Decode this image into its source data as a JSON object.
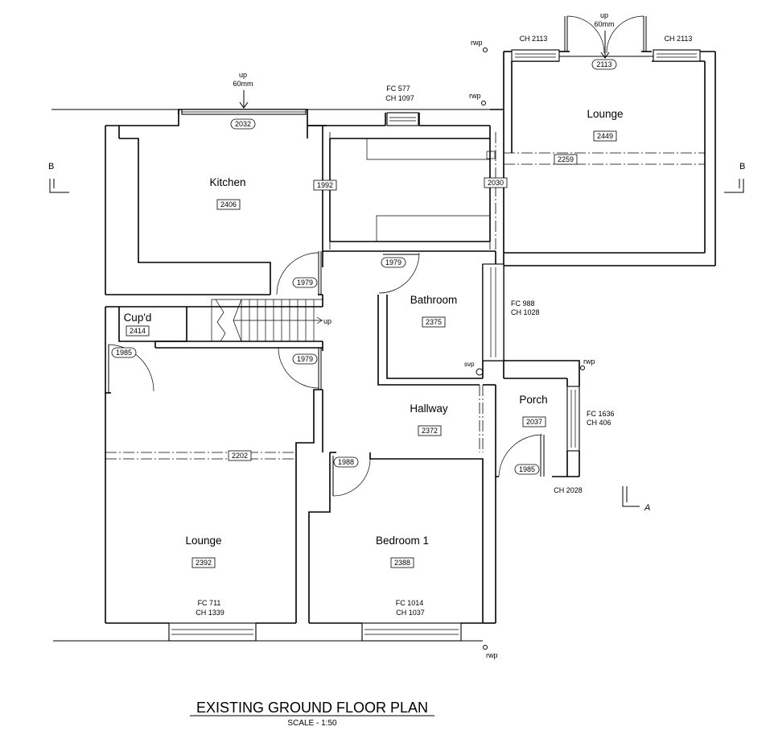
{
  "title": "EXISTING GROUND FLOOR PLAN",
  "scale": "SCALE - 1:50",
  "rooms": {
    "kitchen": {
      "name": "Kitchen",
      "height": "2406"
    },
    "lounge_rear": {
      "name": "Lounge",
      "height": "2449"
    },
    "bathroom": {
      "name": "Bathroom",
      "height": "2375"
    },
    "cupd": {
      "name": "Cup'd",
      "height": "2414"
    },
    "hallway": {
      "name": "Hallway",
      "height": "2372"
    },
    "porch": {
      "name": "Porch",
      "height": "2037"
    },
    "lounge_front": {
      "name": "Lounge",
      "height": "2392"
    },
    "bedroom1": {
      "name": "Bedroom 1",
      "height": "2388"
    }
  },
  "heights": {
    "kitchen_window": "2032",
    "rear_beam": "1992",
    "lounge_beam": "2259",
    "lounge_side": "2030",
    "patio_door": "2113",
    "kitchen_door": "1979",
    "bath_door": "1979",
    "stair_door": "1979",
    "cupd_door": "1985",
    "front_beam": "2202",
    "bed_door": "1988",
    "porch_door": "1985"
  },
  "windows": {
    "kitchen_up": "up",
    "kitchen_up_mm": "60mm",
    "patio_up": "up",
    "patio_up_mm": "60mm",
    "rear_fc": "FC 577",
    "rear_ch": "CH 1097",
    "patio_left_ch": "CH 2113",
    "patio_right_ch": "CH 2113",
    "bath_fc": "FC 988",
    "bath_ch": "CH 1028",
    "porch_fc": "FC 1636",
    "porch_ch": "CH 406",
    "porch_door_ch": "CH 2028",
    "lounge_fc": "FC 711",
    "lounge_ch": "CH 1339",
    "bed_fc": "FC 1014",
    "bed_ch": "CH 1037"
  },
  "annotations": {
    "rwp_top1": "rwp",
    "rwp_top2": "rwp",
    "rwp_porch": "rwp",
    "rwp_bottom": "rwp",
    "svp": "svp",
    "stairs_up": "up",
    "section_b_left": "B",
    "section_b_right": "B",
    "section_a": "A"
  }
}
